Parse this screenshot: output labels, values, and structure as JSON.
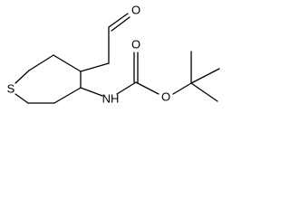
{
  "molecule": {
    "atoms": {
      "sulfur": "S",
      "aldehyde_oxygen": "O",
      "carbonyl_oxygen": "O",
      "ester_oxygen": "O",
      "amide_nitrogen": "NH"
    }
  }
}
